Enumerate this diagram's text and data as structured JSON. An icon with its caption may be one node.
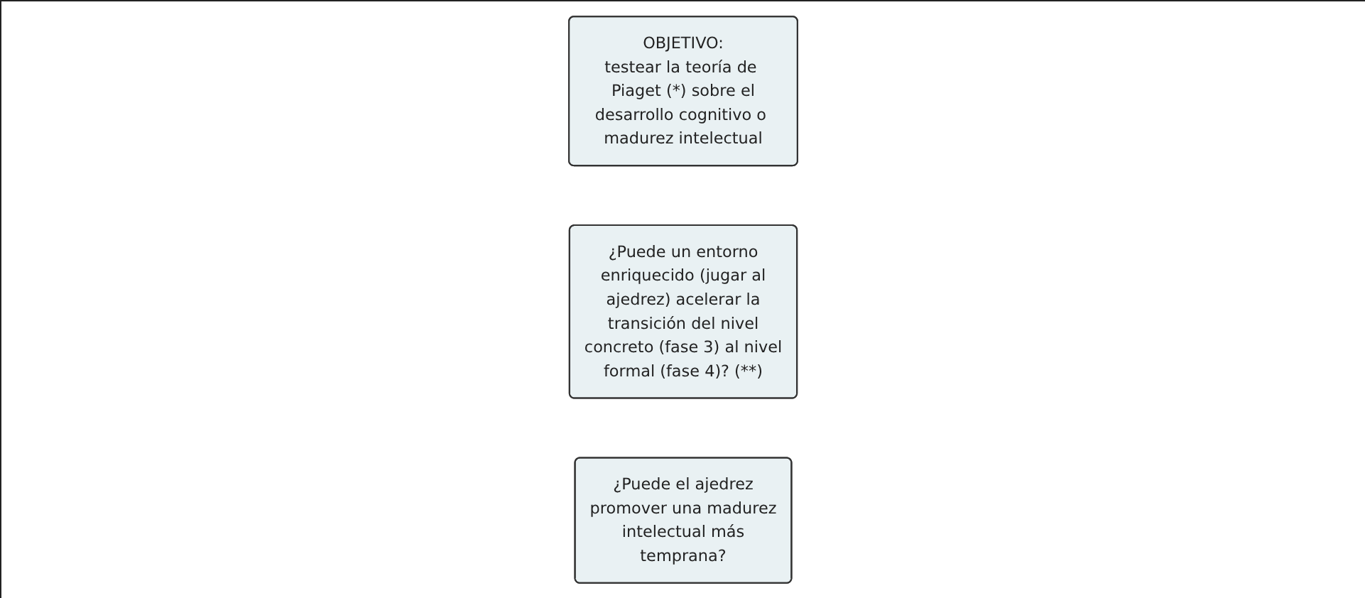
{
  "diagram": {
    "nodes": [
      {
        "text": [
          "OBJETIVO:",
          "testear la teoría de Piaget (*) sobre el desarrollo cognitivo o madurez intelectual"
        ]
      },
      {
        "text": [
          "¿Puede un entorno enriquecido (jugar al ajedrez) acelerar la transición del nivel concreto (fase 3) al nivel formal (fase 4)? (**)"
        ]
      },
      {
        "text": [
          "¿Puede el ajedrez promover una madurez intelectual más temprana?"
        ]
      }
    ],
    "edges": []
  }
}
